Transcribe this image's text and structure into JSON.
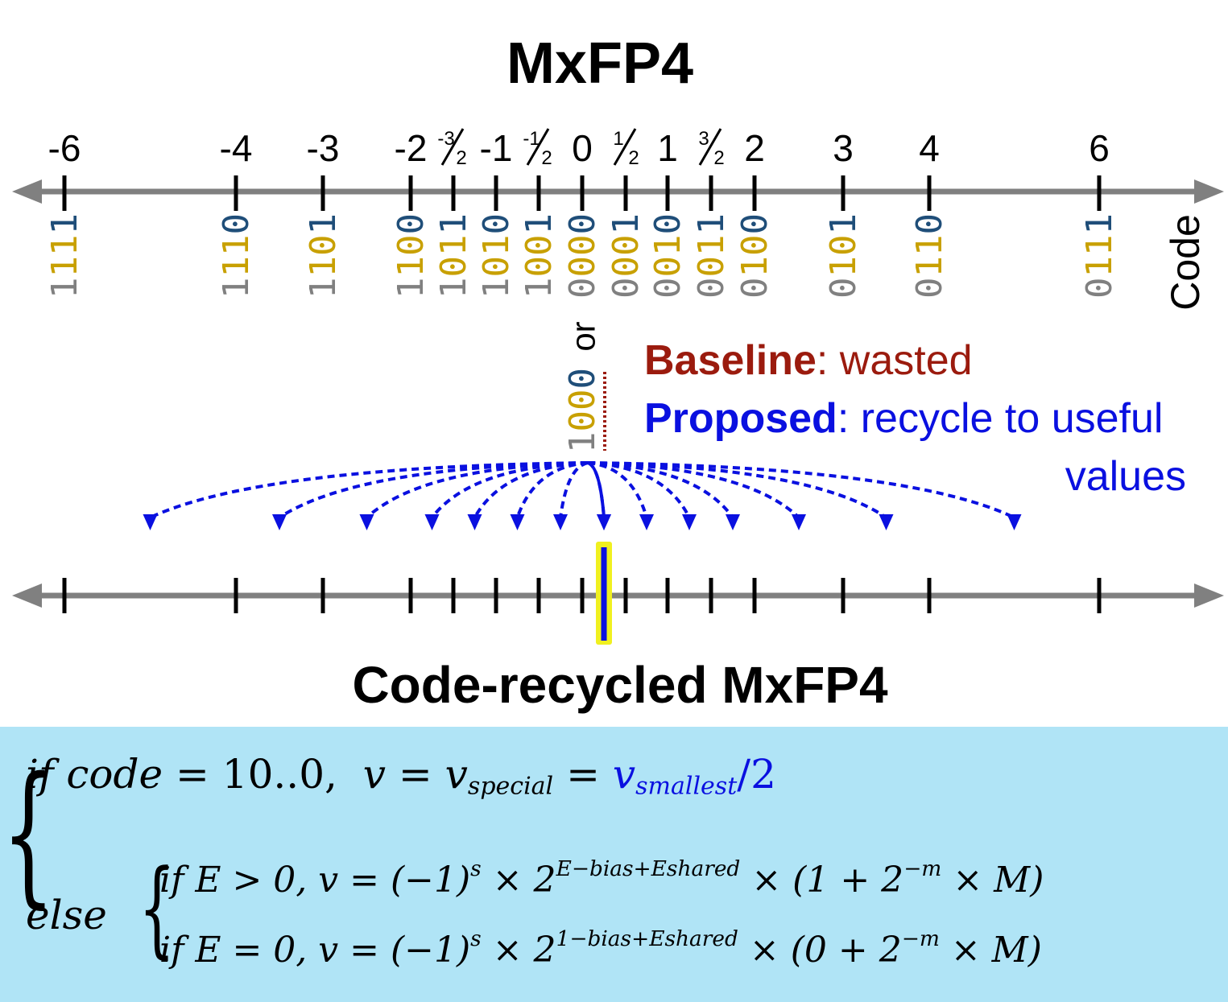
{
  "title_top": "MxFP4",
  "title_bottom": "Code-recycled MxFP4",
  "code_axis_label": "Code",
  "values": [
    {
      "v": -6,
      "label": "-6",
      "code": "1111"
    },
    {
      "v": -4,
      "label": "-4",
      "code": "1110"
    },
    {
      "v": -3,
      "label": "-3",
      "code": "1101"
    },
    {
      "v": -2,
      "label": "-2",
      "code": "1100"
    },
    {
      "v": -1.5,
      "label": "-3/2",
      "code": "1011"
    },
    {
      "v": -1,
      "label": "-1",
      "code": "1010"
    },
    {
      "v": -0.5,
      "label": "-1/2",
      "code": "1001"
    },
    {
      "v": 0,
      "label": "0",
      "code": "0000"
    },
    {
      "v": 0.5,
      "label": "1/2",
      "code": "0001"
    },
    {
      "v": 1,
      "label": "1",
      "code": "0010"
    },
    {
      "v": 1.5,
      "label": "3/2",
      "code": "0011"
    },
    {
      "v": 2,
      "label": "2",
      "code": "0100"
    },
    {
      "v": 3,
      "label": "3",
      "code": "0101"
    },
    {
      "v": 4,
      "label": "4",
      "code": "0110"
    },
    {
      "v": 6,
      "label": "6",
      "code": "0111"
    }
  ],
  "special_code": {
    "alt": "1000",
    "or": "or",
    "value": 0.25
  },
  "arrow_targets": [
    -5,
    -3.5,
    -2.5,
    -1.75,
    -1.25,
    -0.75,
    -0.25,
    0.25,
    0.75,
    1.25,
    1.75,
    2.5,
    3.5,
    5
  ],
  "legend": {
    "baseline_bold": "Baseline",
    "baseline_rest": ": wasted",
    "proposed_bold": "Proposed",
    "proposed_rest": ": recycle to useful",
    "proposed_rest2": "values"
  },
  "colors": {
    "axis": "#808080",
    "sign_bit": "#808080",
    "exponent_bits": "#c8a000",
    "mantissa_bit": "#1f4e79",
    "baseline": "#9b1b0e",
    "proposed": "#0a10e0",
    "highlight": "#f0f020",
    "panel": "#b0e4f6"
  },
  "formula": {
    "line1": {
      "if": "if code",
      "eq1": "= 10..0,",
      "v": "v",
      "eq2": "=",
      "vsp": "v",
      "sp": "special",
      "eq3": "=",
      "vsm": "v",
      "sm": "smallest",
      "div": "/2"
    },
    "else": "else",
    "line2": {
      "pre": "if E > 0, v = (−1)",
      "s": "s",
      "mid": " × 2",
      "exp": "E−bias+Eshared",
      "post": " × (1 + 2",
      "m": "−m",
      "end": " × M)"
    },
    "line3": {
      "pre": "if E = 0, v = (−1)",
      "s": "s",
      "mid": " × 2",
      "exp": "1−bias+Eshared",
      "post": " × (0 + 2",
      "m": "−m",
      "end": " × M)"
    }
  }
}
